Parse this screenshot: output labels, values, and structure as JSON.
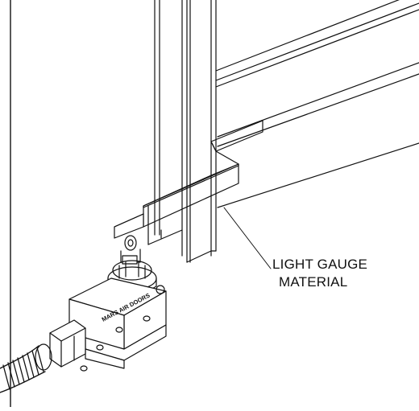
{
  "drawing": {
    "callout_line1": "LIGHT GAUGE",
    "callout_line2": "MATERIAL",
    "switch_brand": "MARS AIR DOORS",
    "ink_color": "#111111",
    "background": "#ffffff"
  }
}
